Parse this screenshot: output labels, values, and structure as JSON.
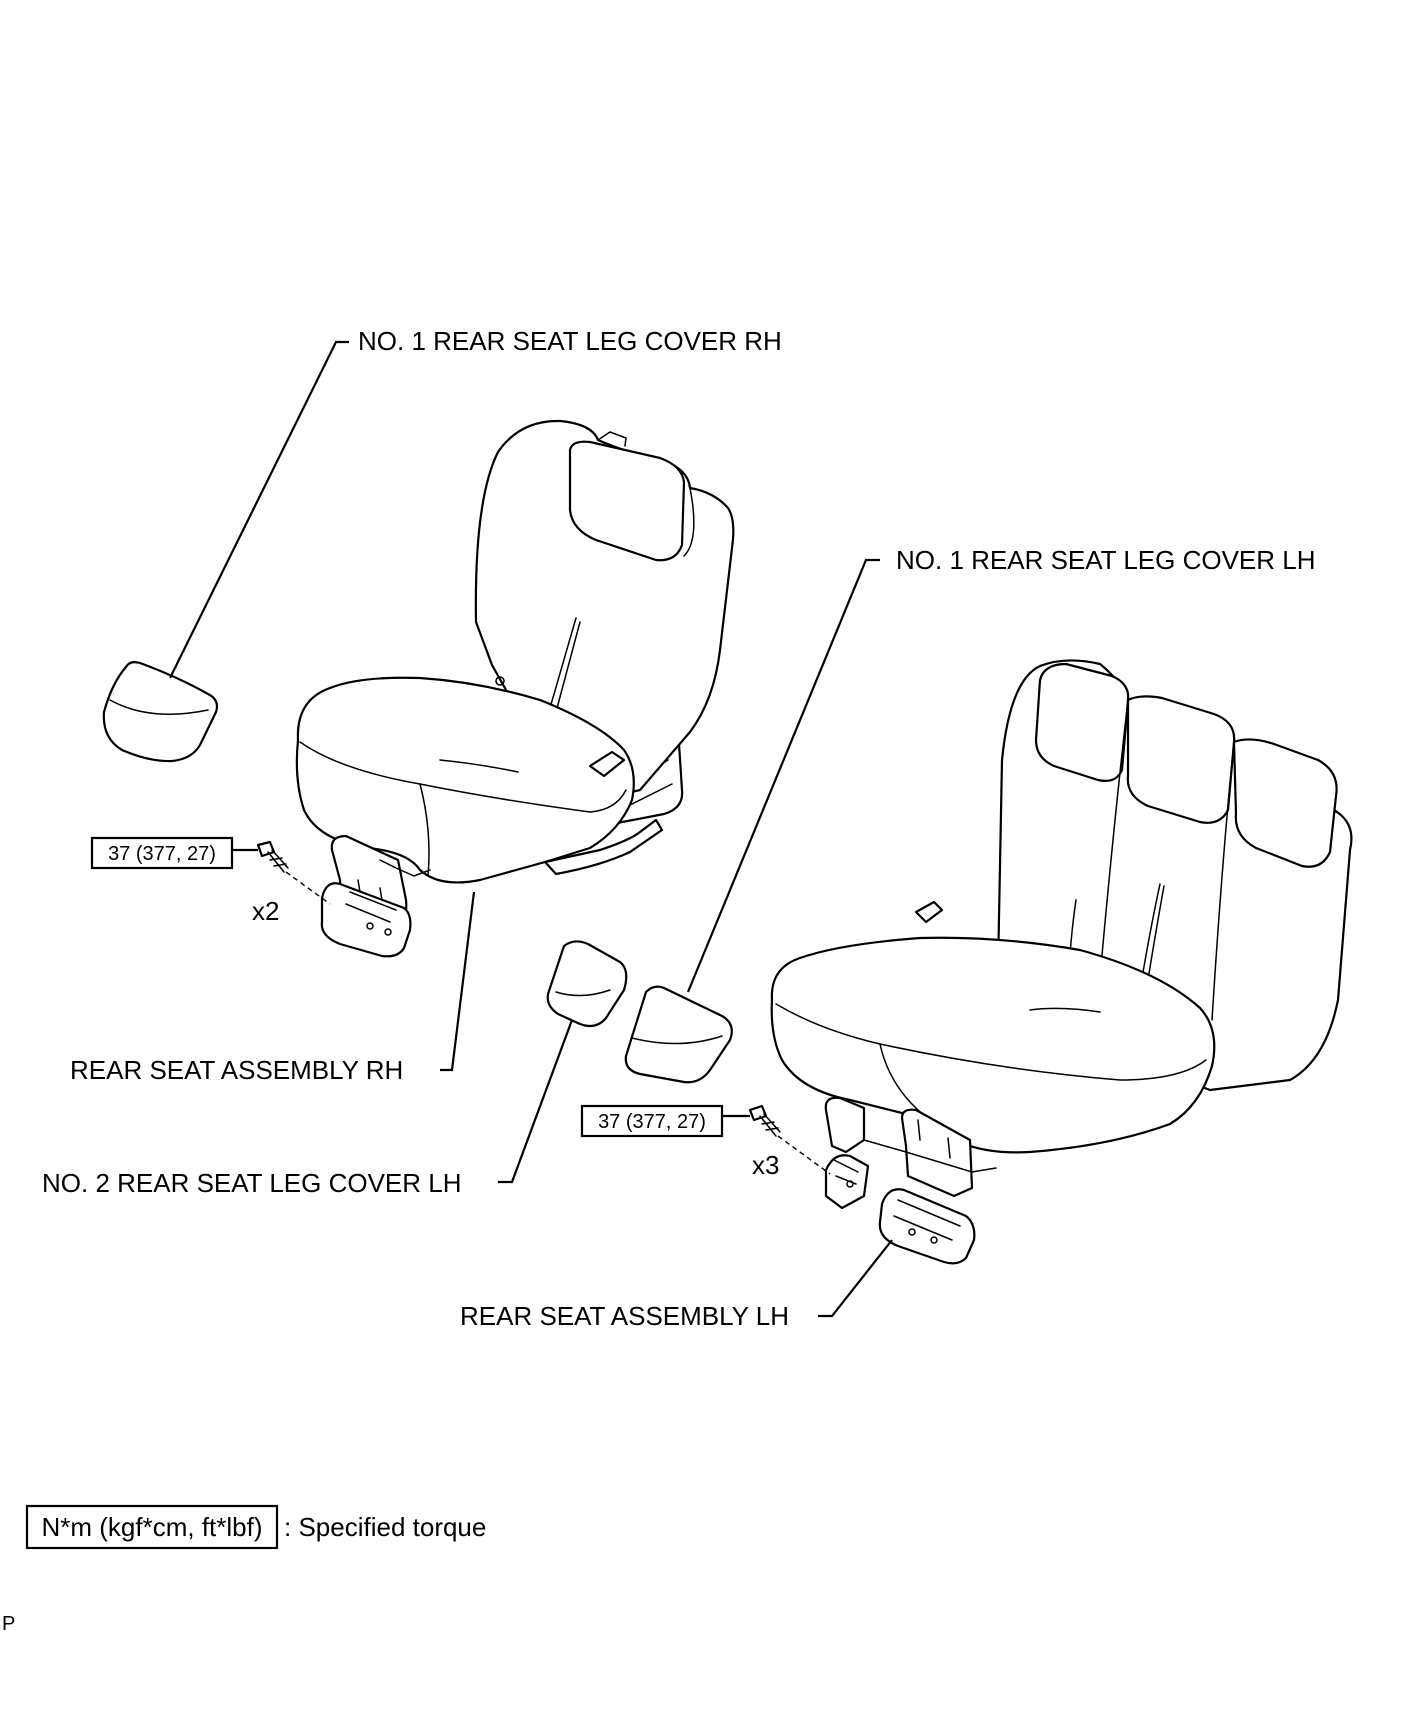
{
  "labels": {
    "leg_cover_rh": "NO. 1 REAR SEAT LEG COVER RH",
    "leg_cover_lh": "NO. 1 REAR SEAT LEG COVER LH",
    "seat_rh": "REAR SEAT ASSEMBLY RH",
    "leg_cover_2_lh": "NO. 2 REAR SEAT LEG COVER LH",
    "seat_lh": "REAR SEAT ASSEMBLY LH"
  },
  "torque": {
    "rh_value": "37 (377, 27)",
    "rh_qty": "x2",
    "lh_value": "37 (377, 27)",
    "lh_qty": "x3"
  },
  "legend": {
    "box_text": "N*m (kgf*cm, ft*lbf)",
    "description": ": Specified torque"
  },
  "corner_mark": "P"
}
